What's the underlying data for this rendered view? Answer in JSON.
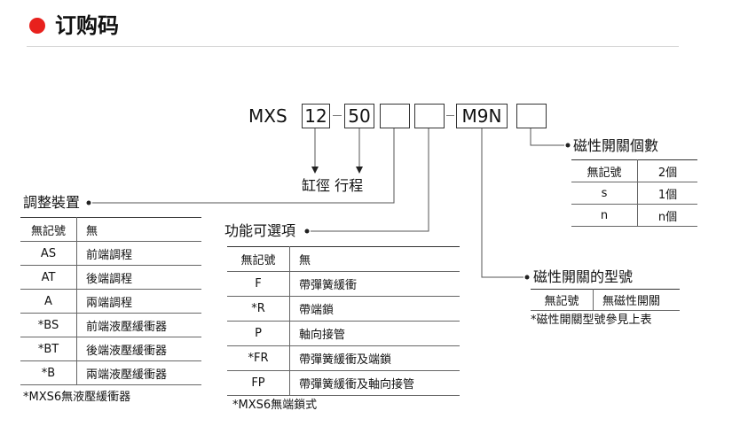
{
  "header": {
    "title": "订购码"
  },
  "order_code": {
    "prefix": "MXS",
    "bore": "12",
    "sep": "-",
    "stroke": "50",
    "sep2": "-",
    "switch_model": "M9N"
  },
  "labels": {
    "bore_stroke": "缸徑 行程",
    "adjust": "調整裝置",
    "option": "功能可選項",
    "switch_count": "磁性開關個數",
    "switch_type": "磁性開關的型號"
  },
  "adjust_table": [
    {
      "code": "無記號",
      "desc": "無"
    },
    {
      "code": "AS",
      "desc": "前端調程"
    },
    {
      "code": "AT",
      "desc": "後端調程"
    },
    {
      "code": "A",
      "desc": "兩端調程"
    },
    {
      "code": "*BS",
      "desc": "前端液壓緩衝器"
    },
    {
      "code": "*BT",
      "desc": "後端液壓緩衝器"
    },
    {
      "code": "*B",
      "desc": "兩端液壓緩衝器"
    }
  ],
  "adjust_note": "*MXS6無液壓緩衝器",
  "option_table": [
    {
      "code": "無記號",
      "desc": "無"
    },
    {
      "code": "F",
      "desc": "帶彈簧緩衝"
    },
    {
      "code": "*R",
      "desc": "帶端鎖"
    },
    {
      "code": "P",
      "desc": "軸向接管"
    },
    {
      "code": "*FR",
      "desc": "帶彈簧緩衝及端鎖"
    },
    {
      "code": "FP",
      "desc": "帶彈簧緩衝及軸向接管"
    }
  ],
  "option_note": "*MXS6無端鎖式",
  "switch_count_table": [
    {
      "code": "無記號",
      "desc": "2個"
    },
    {
      "code": "s",
      "desc": "1個"
    },
    {
      "code": "n",
      "desc": "n個"
    }
  ],
  "switch_type_table": [
    {
      "code": "無記號",
      "desc": "無磁性開關"
    }
  ],
  "switch_type_note": "*磁性開關型號參見上表"
}
